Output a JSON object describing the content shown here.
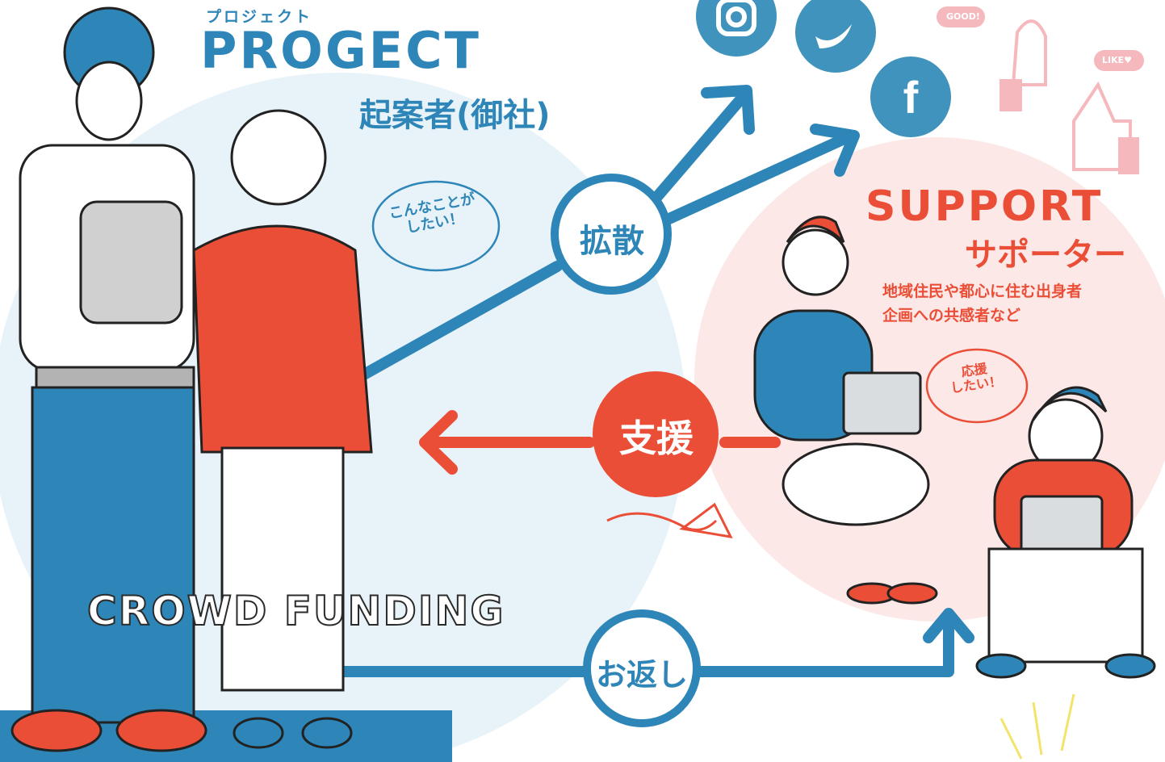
{
  "project": {
    "kana": "プロジェクト",
    "title": "PROGECT",
    "subtitle": "起案者(御社)"
  },
  "support": {
    "title": "SUPPORT",
    "subtitle": "サポーター",
    "desc_line1": "地域住民や都心に住む出身者",
    "desc_line2": "企画への共感者など"
  },
  "flow": {
    "spread": "拡散",
    "assist": "支援",
    "return": "お返し"
  },
  "bubbles": {
    "proposer": "こんなことが\nしたい！",
    "supporter": "応援\nしたい！"
  },
  "banner": "CROWD FUNDING",
  "social": {
    "facebook": "f",
    "good": "GOOD!",
    "like": "LIKE♥"
  },
  "colors": {
    "blue": "#2e86b8",
    "red": "#ea4e37",
    "lightblue": "#e3f1f8",
    "pink": "#fbe3e3"
  }
}
